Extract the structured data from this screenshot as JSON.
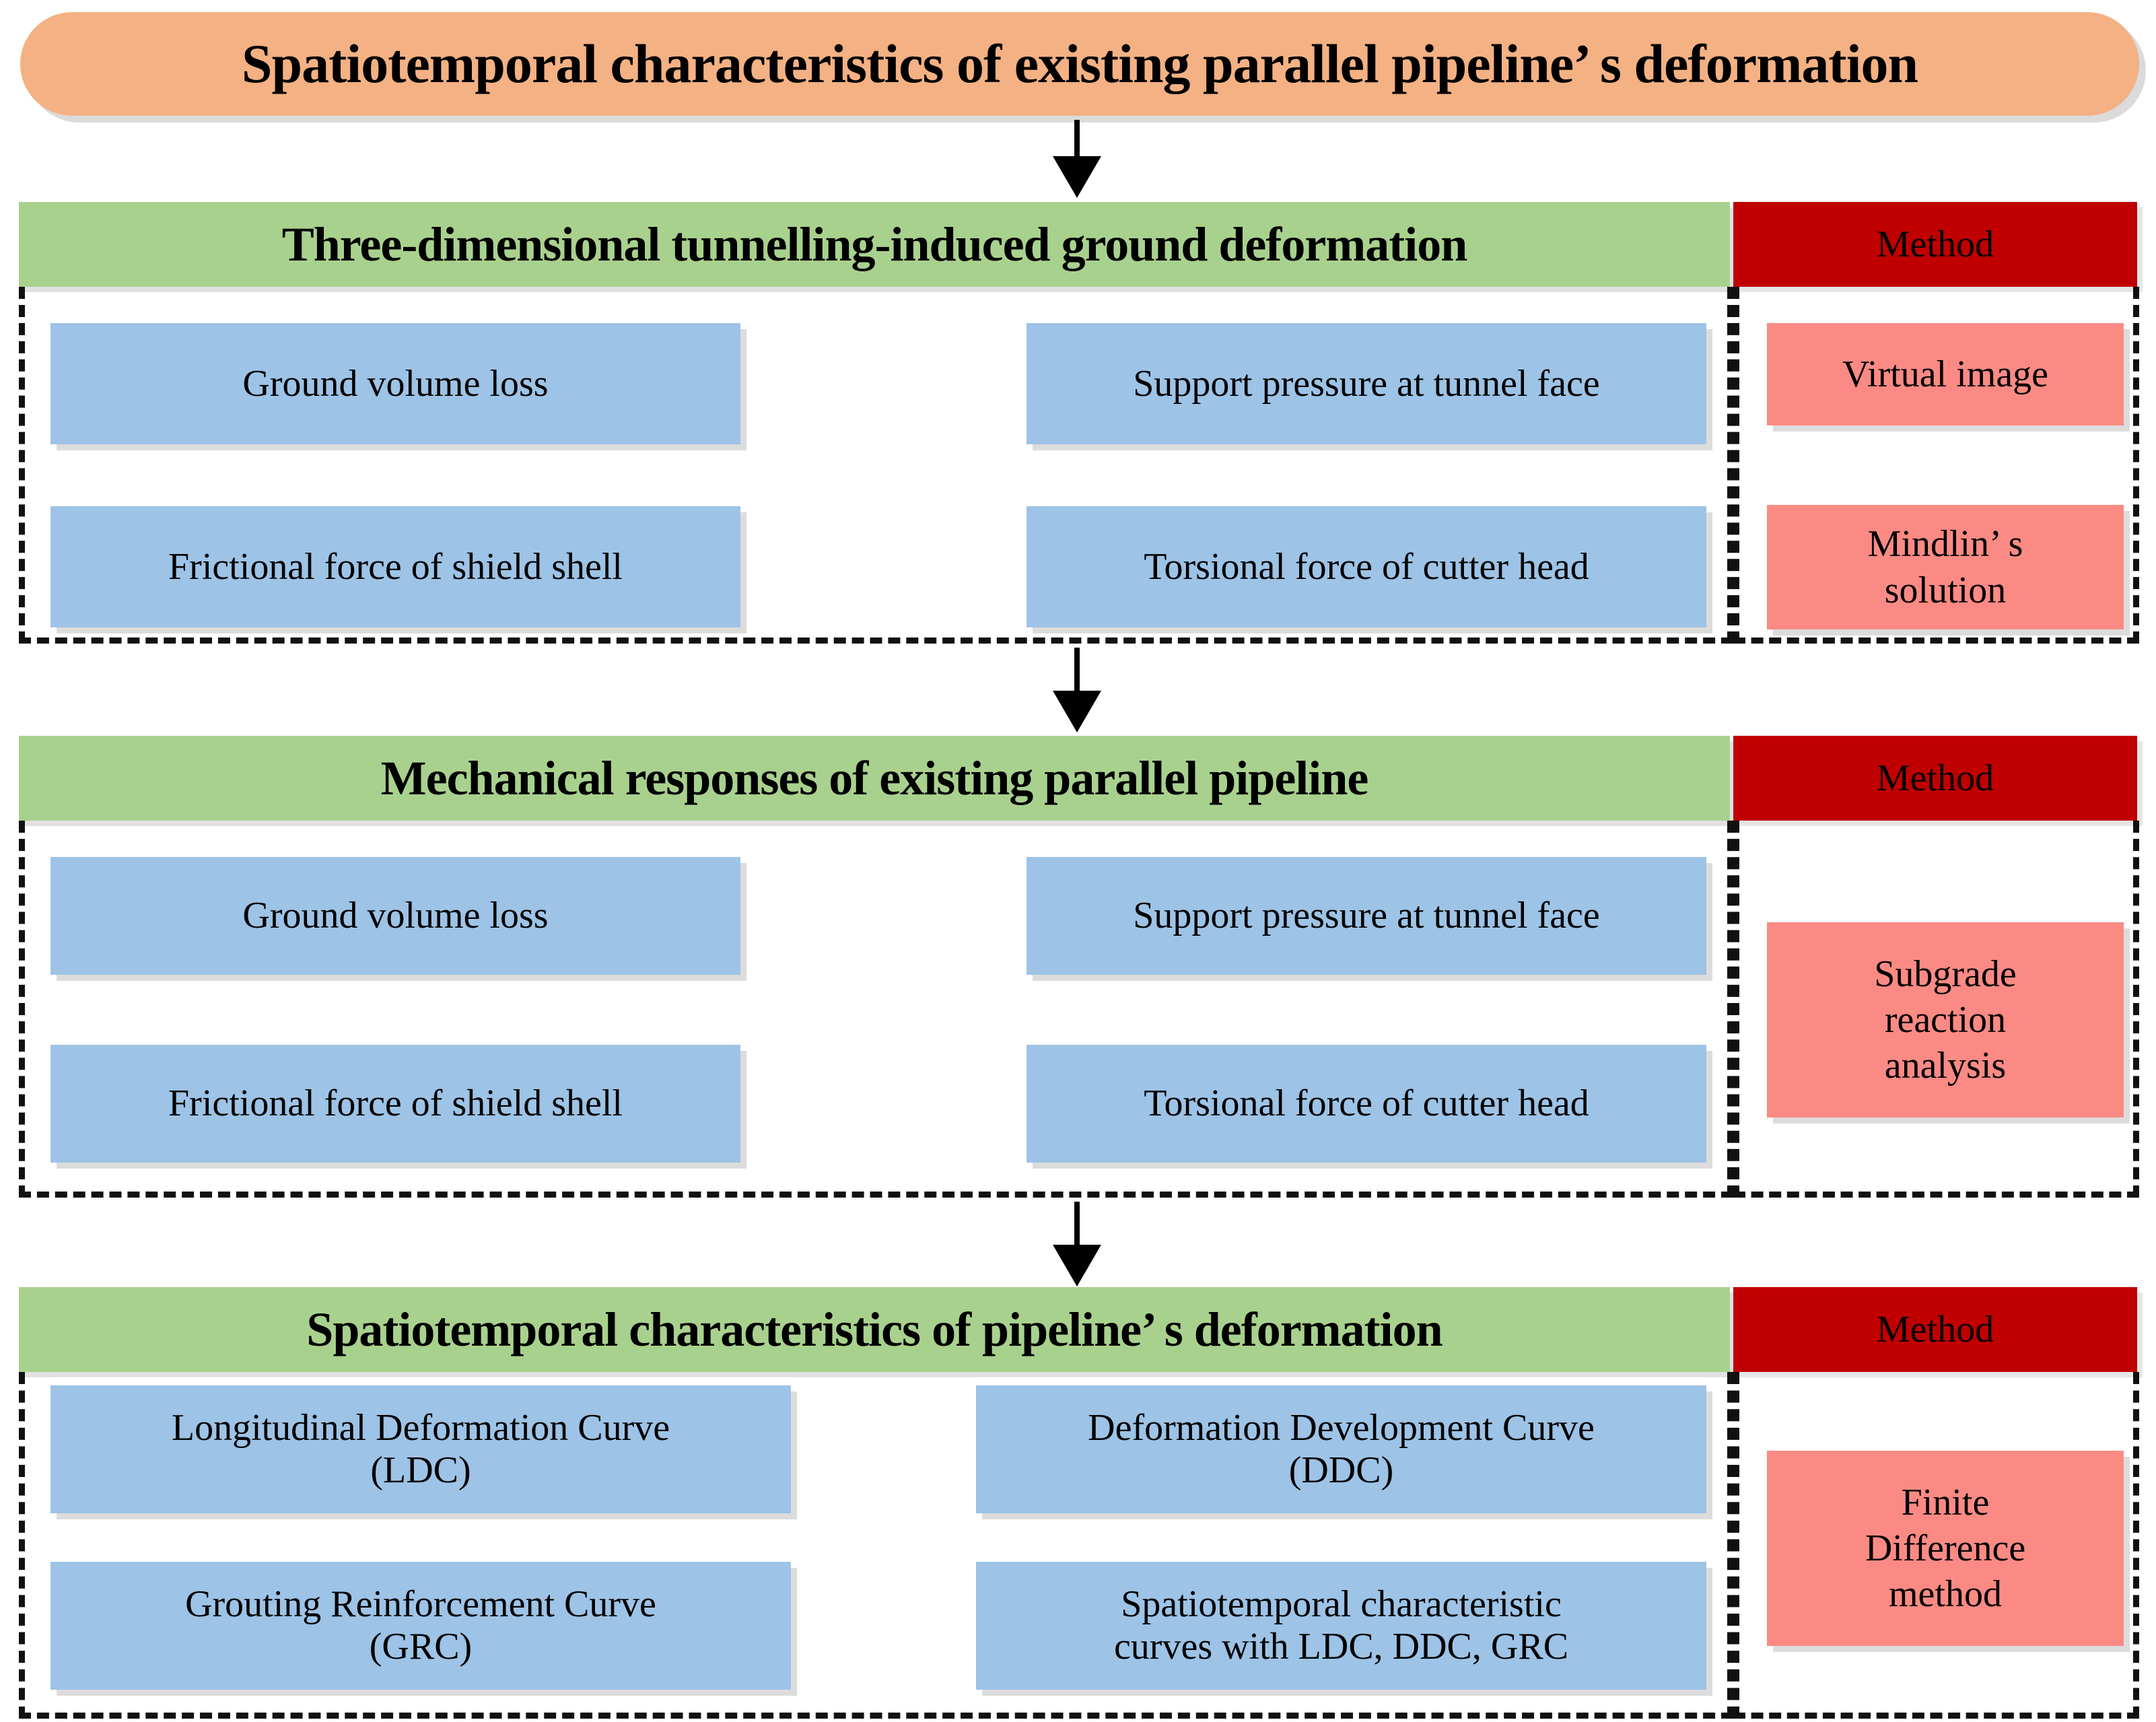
{
  "diagram": {
    "title": "Spatiotemporal characteristics of existing parallel pipeline’ s deformation",
    "method_column_label": "Method",
    "sections": [
      {
        "id": "section-1",
        "header": "Three-dimensional tunnelling-induced ground deformation",
        "method_header": "Method",
        "items": [
          {
            "label": "Ground volume loss"
          },
          {
            "label": "Support pressure at tunnel face"
          },
          {
            "label": "Frictional force of shield shell"
          },
          {
            "label": "Torsional force of cutter head"
          }
        ],
        "methods": [
          {
            "label": "Virtual image"
          },
          {
            "label": "Mindlin’  s\nsolution"
          }
        ]
      },
      {
        "id": "section-2",
        "header": "Mechanical responses of existing parallel pipeline",
        "method_header": "Method",
        "items": [
          {
            "label": "Ground volume loss"
          },
          {
            "label": "Support pressure at tunnel face"
          },
          {
            "label": "Frictional force of shield shell"
          },
          {
            "label": "Torsional force of cutter head"
          }
        ],
        "methods": [
          {
            "label": "Subgrade\nreaction\nanalysis"
          }
        ]
      },
      {
        "id": "section-3",
        "header": "Spatiotemporal characteristics of  pipeline’ s deformation",
        "method_header": "Method",
        "items": [
          {
            "label": "Longitudinal Deformation Curve\n(LDC)"
          },
          {
            "label": "Deformation Development Curve\n(DDC)"
          },
          {
            "label": "Grouting Reinforcement Curve\n(GRC)"
          },
          {
            "label": "Spatiotemporal characteristic\ncurves with LDC, DDC, GRC"
          }
        ],
        "methods": [
          {
            "label": "Finite\nDifference\nmethod"
          }
        ]
      }
    ],
    "colors": {
      "title_fill": "#F4B183",
      "section_header_fill": "#A9D18E",
      "method_header_fill": "#C00000",
      "item_fill": "#9DC3E6",
      "method_fill": "#FB8A84",
      "arrow": "#000000",
      "dashed_border": "#111111"
    }
  }
}
